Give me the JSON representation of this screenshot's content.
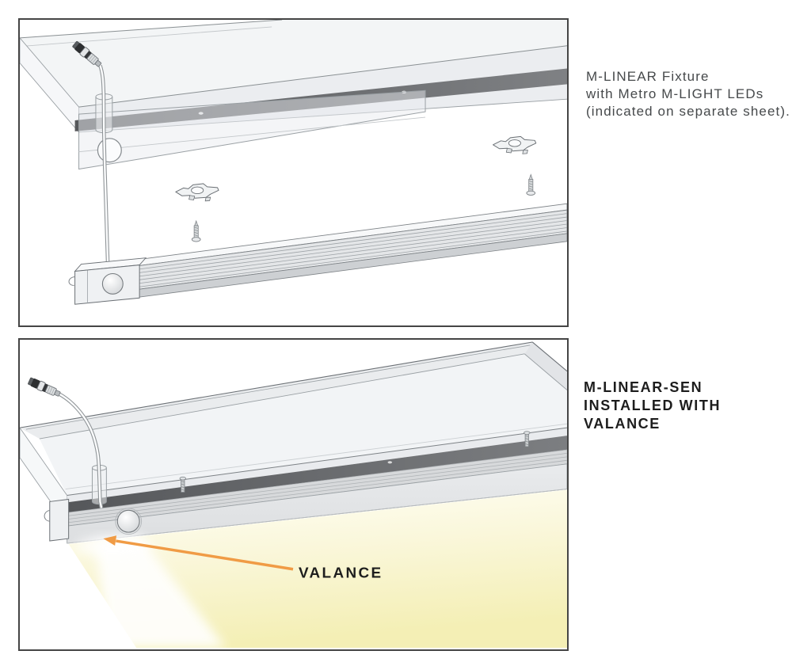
{
  "captions": {
    "top": {
      "line1": "M-LINEAR Fixture",
      "line2": "with Metro M-LIGHT LEDs",
      "line3": "(indicated on separate sheet)."
    },
    "bottom": {
      "line1": "M-LINEAR-SEN",
      "line2": "INSTALLED WITH",
      "line3": "VALANCE"
    }
  },
  "labels": {
    "valance": "VALANCE"
  },
  "colors": {
    "panel_border": "#454545",
    "arrow_orange": "#F09B45",
    "glow_yellow": "#F5F0B8",
    "channel_strip_gray": "#5f6164",
    "line_art_gray": "#6b7075",
    "caption_text": "#46494b",
    "bold_text": "#1d1d1d"
  }
}
